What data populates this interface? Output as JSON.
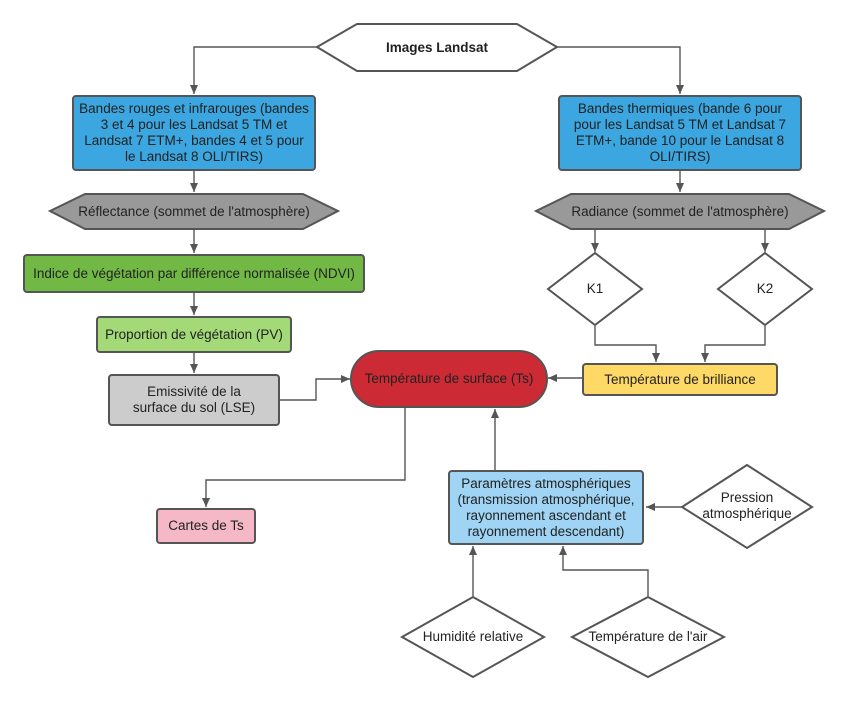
{
  "colors": {
    "blue": "#3ba6e0",
    "gray": "#999999",
    "green_dark": "#72b844",
    "green_light": "#a3d977",
    "light_gray": "#cccccc",
    "red": "#cc2b35",
    "yellow": "#ffd965",
    "pink": "#f4b8c6",
    "light_blue": "#9fd4f5",
    "white": "#ffffff",
    "stroke": "#555555"
  },
  "nodes": {
    "landsat": "Images Landsat",
    "red_ir": "Bandes rouges et infrarouges (bandes 3 et 4 pour les Landsat 5 TM et Landsat 7 ETM+, bandes 4 et 5 pour le Landsat 8 OLI/TIRS)",
    "thermal": "Bandes thermiques (bande 6 pour pour les Landsat 5 TM et Landsat 7 ETM+, bande 10 pour le Landsat 8 OLI/TIRS)",
    "reflectance": "Réflectance (sommet de l'atmosphère)",
    "radiance": "Radiance (sommet  de l'atmosphère)",
    "ndvi": "Indice de végétation par différence normalisée (NDVI)",
    "k1": "K1",
    "k2": "K2",
    "pv": "Proportion de végétation (PV)",
    "lse": "Emissivité de la surface du sol (LSE)",
    "ts": "Température de surface (Ts)",
    "brightness": "Température de brilliance",
    "maps": "Cartes de Ts",
    "atmo_params": "Paramètres atmosphériques (transmission atmosphérique, rayonnement ascendant et rayonnement descendant)",
    "pressure": "Pression atmosphérique",
    "humidity": "Humidité relative",
    "air_temp": "Température de l'air"
  }
}
